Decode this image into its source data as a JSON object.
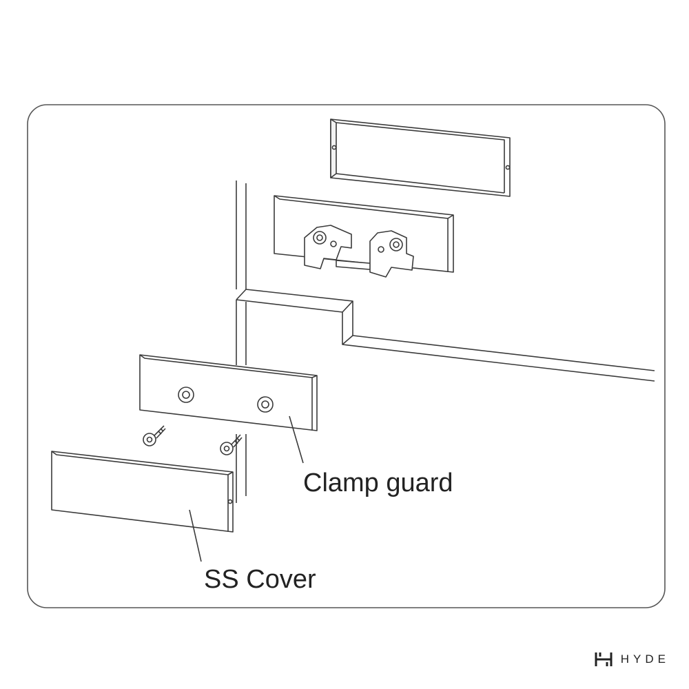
{
  "diagram": {
    "labels": {
      "clamp_guard": "Clamp guard",
      "ss_cover": "SS Cover"
    },
    "colors": {
      "stroke": "#3a3a3a",
      "fill": "#ffffff",
      "frame": "#555555"
    }
  },
  "brand": {
    "name": "HYDE",
    "icon": "hyde-logo-icon"
  }
}
